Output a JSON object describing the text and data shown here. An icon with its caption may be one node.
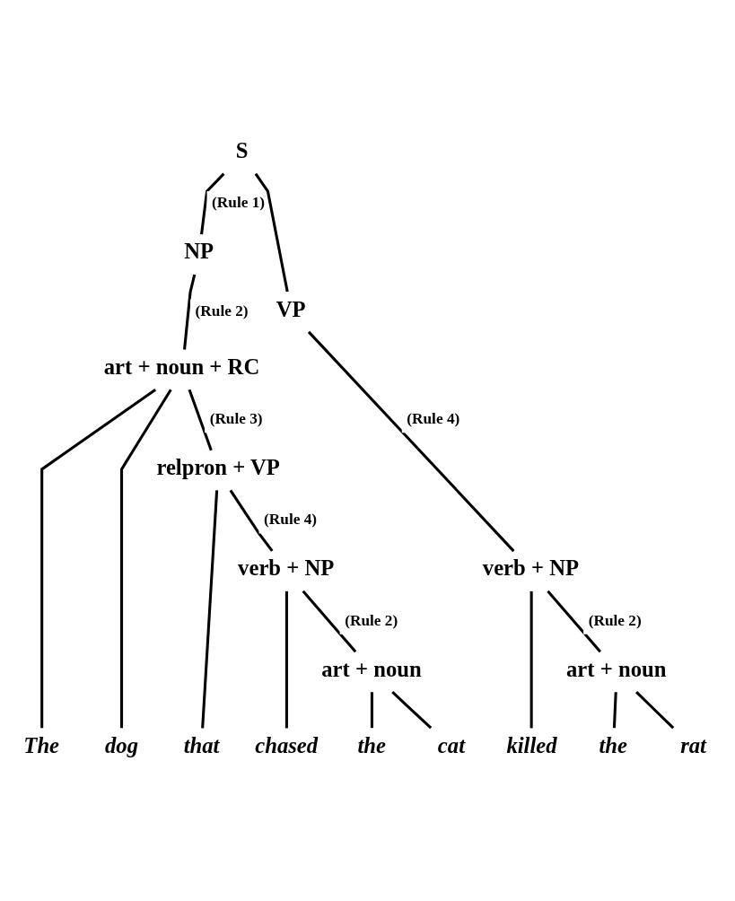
{
  "diagram": {
    "nodes": [
      {
        "text": [
          "S"
        ]
      },
      {
        "text": [
          "NP"
        ]
      },
      {
        "text": [
          "VP"
        ]
      },
      {
        "text": [
          "art + noun + RC"
        ]
      },
      {
        "text": [
          "verb + NP"
        ]
      },
      {
        "text": [
          "relpron + VP"
        ]
      },
      {
        "text": [
          "art + noun"
        ]
      },
      {
        "text": [
          "verb + NP"
        ]
      },
      {
        "text": [
          "art + noun"
        ]
      },
      {
        "text": [
          "The"
        ]
      },
      {
        "text": [
          "dog"
        ]
      },
      {
        "text": [
          "that"
        ]
      },
      {
        "text": [
          "chased"
        ]
      },
      {
        "text": [
          "the"
        ]
      },
      {
        "text": [
          "cat"
        ]
      },
      {
        "text": [
          "killed"
        ]
      },
      {
        "text": [
          "the"
        ]
      },
      {
        "text": [
          "rat"
        ]
      }
    ],
    "edges": [
      {
        "from": 0,
        "to": 1,
        "arrow": "none",
        "label": "(Rule 1)"
      },
      {
        "from": 0,
        "to": 2,
        "arrow": "none"
      },
      {
        "from": 1,
        "to": 3,
        "arrow": "none",
        "label": "(Rule 2)"
      },
      {
        "from": 2,
        "to": 4,
        "arrow": "none",
        "label": "(Rule 4)"
      },
      {
        "from": 3,
        "to": 9,
        "arrow": "none"
      },
      {
        "from": 3,
        "to": 10,
        "arrow": "none"
      },
      {
        "from": 3,
        "to": 5,
        "arrow": "none",
        "label": "(Rule 3)"
      },
      {
        "from": 4,
        "to": 15,
        "arrow": "none"
      },
      {
        "from": 4,
        "to": 6,
        "arrow": "none",
        "label": "(Rule 2)"
      },
      {
        "from": 5,
        "to": 11,
        "arrow": "none"
      },
      {
        "from": 5,
        "to": 7,
        "arrow": "none",
        "label": "(Rule 4)"
      },
      {
        "from": 6,
        "to": 16,
        "arrow": "none"
      },
      {
        "from": 6,
        "to": 17,
        "arrow": "none"
      },
      {
        "from": 7,
        "to": 12,
        "arrow": "none"
      },
      {
        "from": 7,
        "to": 8,
        "arrow": "none",
        "label": "(Rule 2)"
      },
      {
        "from": 8,
        "to": 13,
        "arrow": "none"
      },
      {
        "from": 8,
        "to": 14,
        "arrow": "none"
      }
    ]
  }
}
